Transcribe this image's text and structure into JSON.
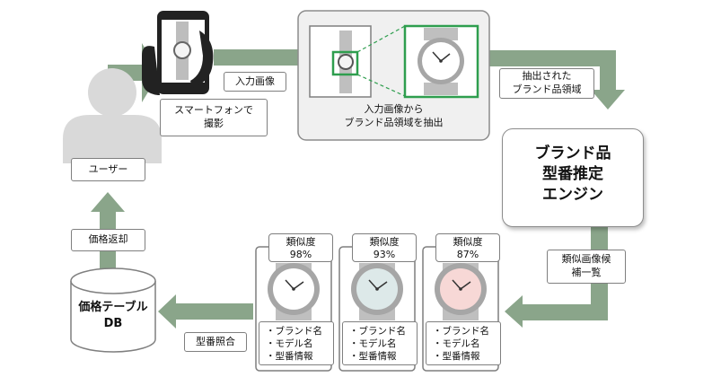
{
  "user_label": "ユーザー",
  "smartphone_caption": "スマートフォンで\n撮影",
  "input_image_label": "入力画像",
  "extraction_caption": "入力画像から\nブランド品領域を抽出",
  "extracted_region_label": "抽出された\nブランド品領域",
  "engine_title": "ブランド品\n型番推定\nエンジン",
  "candidates_label": "類似画像候\n補一覧",
  "similarity_title": "類似度",
  "candidates": [
    {
      "similarity": "98%",
      "face_color": "#ffffff"
    },
    {
      "similarity": "93%",
      "face_color": "#dde9e9"
    },
    {
      "similarity": "87%",
      "face_color": "#f7d8d6"
    }
  ],
  "info_lines": [
    "・ブランド名",
    "・モデル名",
    "・型番情報"
  ],
  "match_label": "型番照合",
  "db_label": "価格テーブル\nDB",
  "price_return_label": "価格返却",
  "colors": {
    "arrow": "#8aa58a",
    "frame_green": "#2e9e4e",
    "panel_gray": "#f0f0f0",
    "user_gray": "#d9d9d9",
    "gear": "#4f7f7f"
  }
}
